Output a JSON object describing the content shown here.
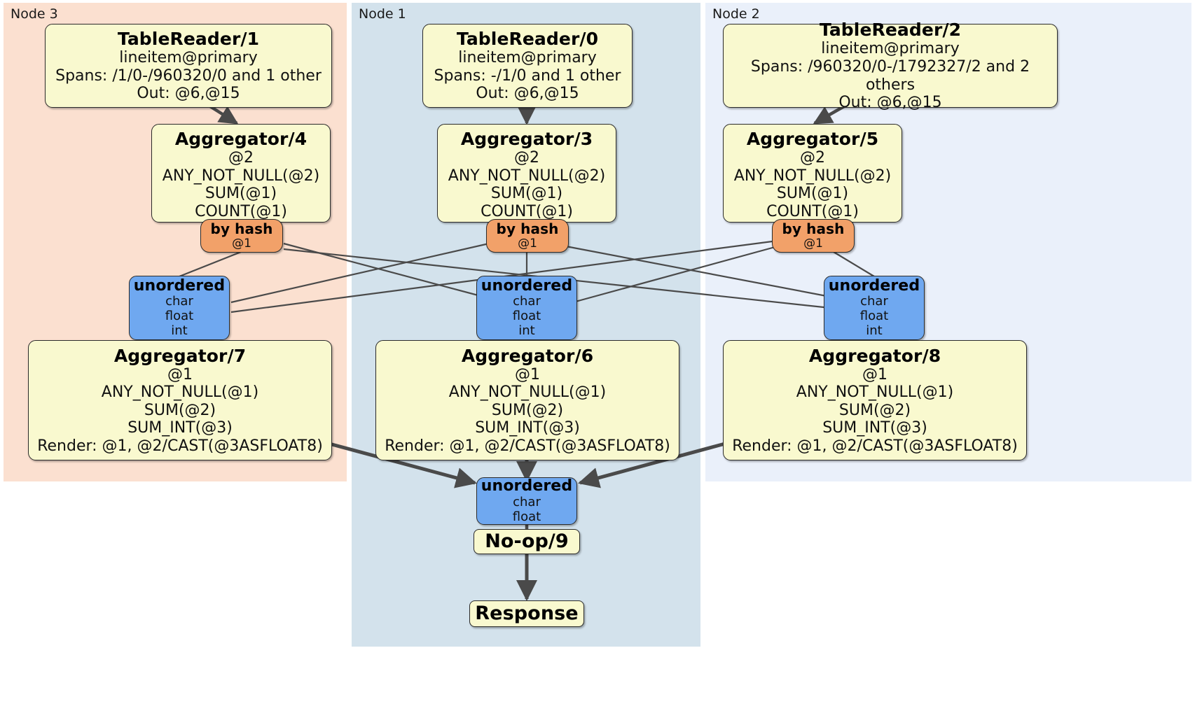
{
  "diagram": {
    "type": "distributed-query-plan",
    "colors": {
      "node3_panel": "#fbe0d0",
      "node1_panel": "#d3e2ec",
      "node2_panel": "#eaf0fa",
      "processor_fill": "#f9f9cf",
      "router_fill": "#f2a169",
      "receiver_fill": "#6fa8f0",
      "edge_stroke": "#4a4a4a",
      "border": "#2b2b2b"
    }
  },
  "panels": [
    {
      "id": "node3",
      "label": "Node 3"
    },
    {
      "id": "node1",
      "label": "Node 1"
    },
    {
      "id": "node2",
      "label": "Node 2"
    }
  ],
  "nodes": {
    "tablereader_1": {
      "title": "TableReader/1",
      "lines": [
        "lineitem@primary",
        "Spans: /1/0-/960320/0 and 1 other",
        "Out: @6,@15"
      ]
    },
    "tablereader_0": {
      "title": "TableReader/0",
      "lines": [
        "lineitem@primary",
        "Spans: -/1/0 and 1 other",
        "Out: @6,@15"
      ]
    },
    "tablereader_2": {
      "title": "TableReader/2",
      "lines": [
        "lineitem@primary",
        "Spans: /960320/0-/1792327/2 and 2 others",
        "Out: @6,@15"
      ]
    },
    "aggregator_4": {
      "title": "Aggregator/4",
      "lines": [
        "@2",
        "ANY_NOT_NULL(@2)",
        "SUM(@1)",
        "COUNT(@1)"
      ]
    },
    "aggregator_3": {
      "title": "Aggregator/3",
      "lines": [
        "@2",
        "ANY_NOT_NULL(@2)",
        "SUM(@1)",
        "COUNT(@1)"
      ]
    },
    "aggregator_5": {
      "title": "Aggregator/5",
      "lines": [
        "@2",
        "ANY_NOT_NULL(@2)",
        "SUM(@1)",
        "COUNT(@1)"
      ]
    },
    "router_4": {
      "title": "by hash",
      "lines": [
        "@1"
      ]
    },
    "router_3": {
      "title": "by hash",
      "lines": [
        "@1"
      ]
    },
    "router_5": {
      "title": "by hash",
      "lines": [
        "@1"
      ]
    },
    "receiver_7": {
      "title": "unordered",
      "lines": [
        "char",
        "float",
        "int"
      ]
    },
    "receiver_6": {
      "title": "unordered",
      "lines": [
        "char",
        "float",
        "int"
      ]
    },
    "receiver_8": {
      "title": "unordered",
      "lines": [
        "char",
        "float",
        "int"
      ]
    },
    "aggregator_7": {
      "title": "Aggregator/7",
      "lines": [
        "@1",
        "ANY_NOT_NULL(@1)",
        "SUM(@2)",
        "SUM_INT(@3)",
        "Render: @1, @2/CAST(@3ASFLOAT8)"
      ]
    },
    "aggregator_6": {
      "title": "Aggregator/6",
      "lines": [
        "@1",
        "ANY_NOT_NULL(@1)",
        "SUM(@2)",
        "SUM_INT(@3)",
        "Render: @1, @2/CAST(@3ASFLOAT8)"
      ]
    },
    "aggregator_8": {
      "title": "Aggregator/8",
      "lines": [
        "@1",
        "ANY_NOT_NULL(@1)",
        "SUM(@2)",
        "SUM_INT(@3)",
        "Render: @1, @2/CAST(@3ASFLOAT8)"
      ]
    },
    "receiver_final": {
      "title": "unordered",
      "lines": [
        "char",
        "float"
      ]
    },
    "noop_9": {
      "title": "No-op/9",
      "lines": []
    },
    "response": {
      "title": "Response",
      "lines": []
    }
  }
}
